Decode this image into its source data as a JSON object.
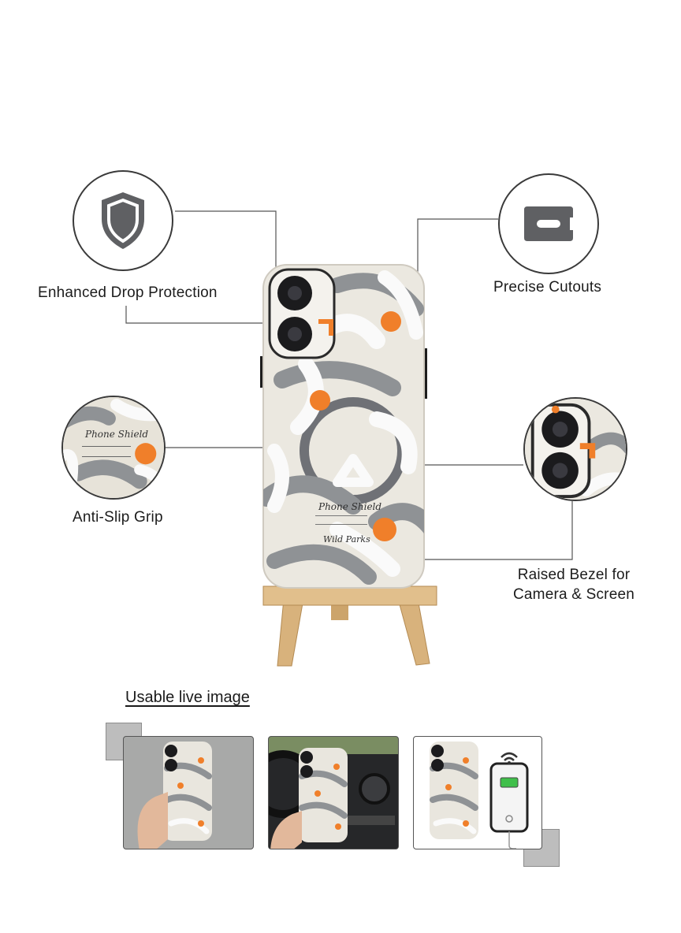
{
  "features": {
    "drop_protection": {
      "label": "Enhanced Drop Protection",
      "icon": "shield-icon"
    },
    "precise_cutouts": {
      "label": "Precise Cutouts",
      "icon": "cutout-icon"
    },
    "anti_slip": {
      "label": "Anti-Slip Grip",
      "brand_text": "Phone Shield"
    },
    "raised_bezel": {
      "label_line1": "Raised Bezel for",
      "label_line2": "Camera & Screen"
    }
  },
  "case_print": {
    "brand": "Phone Shield",
    "signature": "Wild Parks"
  },
  "usable": {
    "title": "Usable live image",
    "thumbnails": [
      {
        "name": "hand-held"
      },
      {
        "name": "in-car"
      },
      {
        "name": "wireless-charging"
      }
    ]
  },
  "colors": {
    "accent_orange": "#f07f2a",
    "grey_pattern": "#8f9295",
    "case_base": "#ebe8e0",
    "line": "#555555"
  }
}
